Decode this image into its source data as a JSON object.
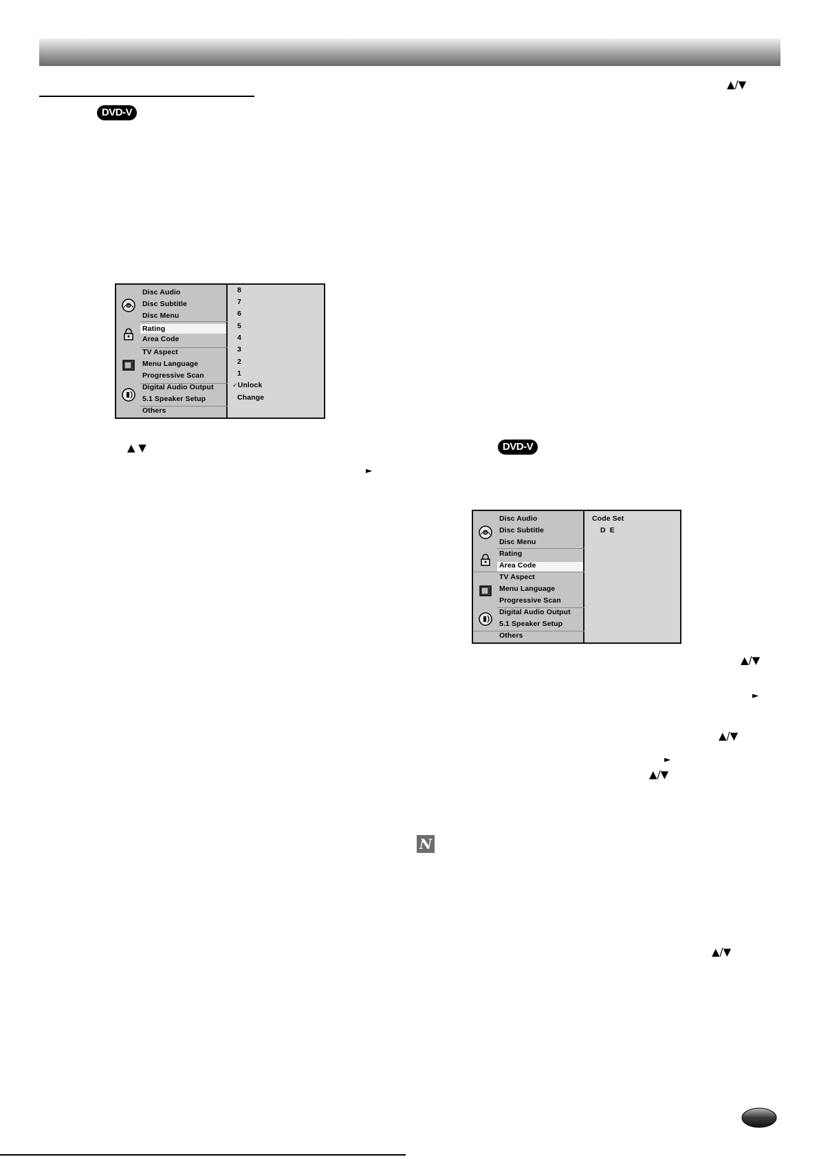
{
  "badges": {
    "left": "DVD-V",
    "right": "DVD-V"
  },
  "arrows": {
    "up_down": "▲/▼",
    "up_down_spaced": "▲ ▼",
    "right": "►"
  },
  "rating_menu": {
    "left_items": [
      "Disc Audio",
      "Disc Subtitle",
      "Disc Menu",
      "Rating",
      "Area Code",
      "TV Aspect",
      "Menu Language",
      "Progressive Scan",
      "Digital Audio Output",
      "5.1 Speaker Setup",
      "Others"
    ],
    "selected": "Rating",
    "right_items": [
      "8",
      "7",
      "6",
      "5",
      "4",
      "3",
      "2",
      "1",
      "Unlock",
      "Change"
    ],
    "checkmark": "✓"
  },
  "area_menu": {
    "left_items": [
      "Disc Audio",
      "Disc Subtitle",
      "Disc Menu",
      "Rating",
      "Area Code",
      "TV Aspect",
      "Menu Language",
      "Progressive Scan",
      "Digital Audio Output",
      "5.1 Speaker Setup",
      "Others"
    ],
    "selected": "Area Code",
    "code_set_label": "Code Set",
    "code_value": "D  E"
  },
  "note_icon": "N",
  "icons": [
    "disc-icon",
    "lock-icon",
    "tv-icon",
    "speaker-icon"
  ]
}
